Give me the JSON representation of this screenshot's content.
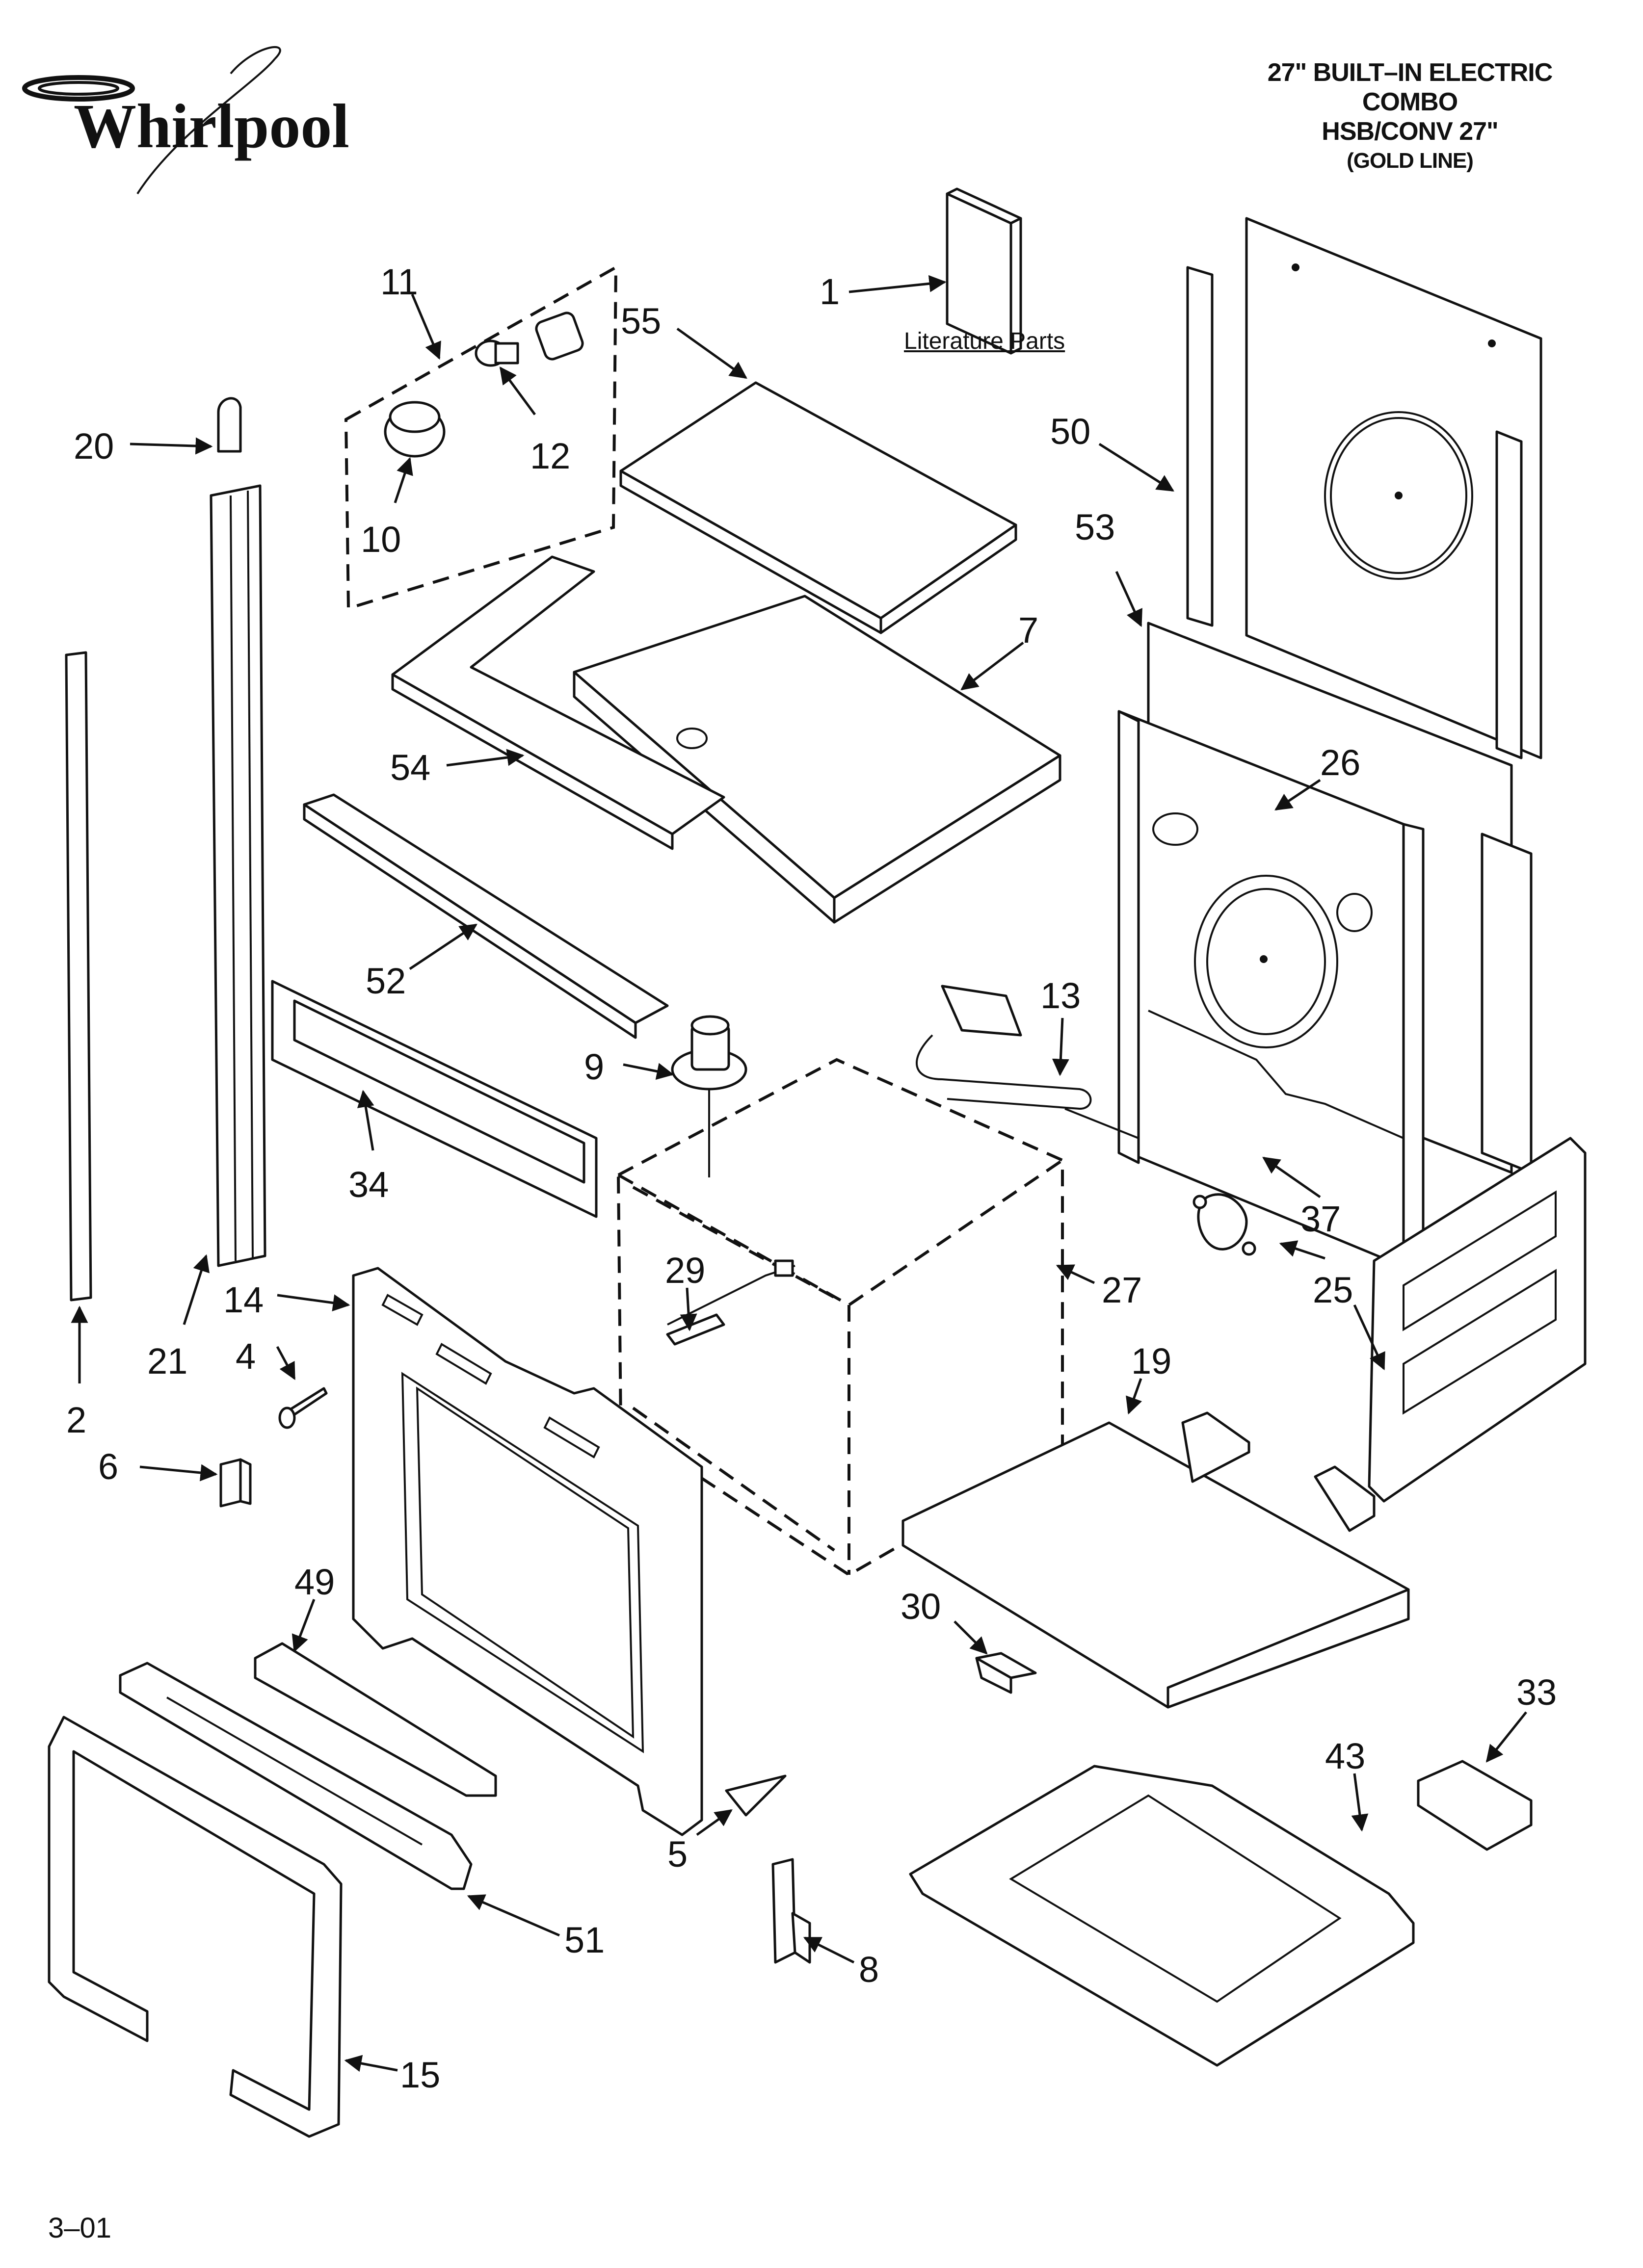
{
  "brand": "Whirlpool",
  "header": {
    "line1": "27\" BUILT–IN ELECTRIC",
    "line2": "COMBO",
    "line3": "HSB/CONV 27\"",
    "line4": "(GOLD LINE)"
  },
  "literature_label": "Literature Parts",
  "footer": "3–01",
  "callouts": {
    "p1": "1",
    "p2": "2",
    "p4": "4",
    "p5": "5",
    "p6": "6",
    "p7": "7",
    "p8": "8",
    "p9": "9",
    "p10": "10",
    "p11": "11",
    "p12": "12",
    "p13": "13",
    "p14": "14",
    "p15": "15",
    "p19": "19",
    "p20": "20",
    "p21": "21",
    "p25": "25",
    "p26": "26",
    "p27": "27",
    "p29": "29",
    "p30": "30",
    "p33": "33",
    "p34": "34",
    "p37": "37",
    "p43": "43",
    "p49": "49",
    "p50": "50",
    "p51": "51",
    "p52": "52",
    "p53": "53",
    "p54": "54",
    "p55": "55"
  }
}
